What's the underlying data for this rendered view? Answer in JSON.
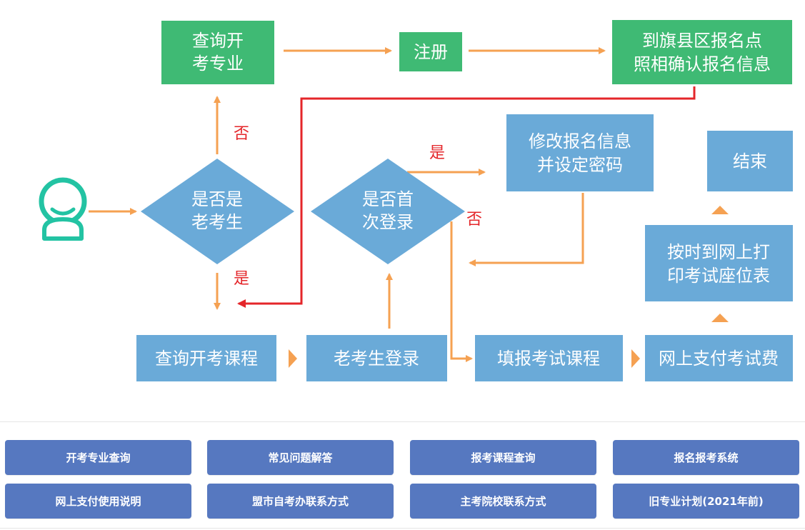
{
  "colors": {
    "green": "#3fba74",
    "blue_box": "#6aaad8",
    "blue_diamond": "#6aaad8",
    "orange": "#f5a152",
    "red": "#e4262a",
    "avatar": "#23c3a3",
    "link_button": "#5678c0"
  },
  "icons": {
    "start": "person-avatar-icon"
  },
  "nodes": {
    "query_major": [
      "查询开",
      "考专业"
    ],
    "register": [
      "注册"
    ],
    "confirm_site": [
      "到旗县区报名点",
      "照相确认报名信息"
    ],
    "is_old": [
      "是否是",
      "老考生"
    ],
    "first_login": [
      "是否首",
      "次登录"
    ],
    "modify_info": [
      "修改报名信息",
      "并设定密码"
    ],
    "end": [
      "结束"
    ],
    "print_ticket": [
      "按时到网上打",
      "印考试座位表"
    ],
    "query_course": [
      "查询开考课程"
    ],
    "old_login": [
      "老考生登录"
    ],
    "fill_course": [
      "填报考试课程"
    ],
    "pay_fee": [
      "网上支付考试费"
    ]
  },
  "edge_labels": {
    "is_old_no": "否",
    "is_old_yes": "是",
    "first_login_yes": "是",
    "first_login_no": "否"
  },
  "links": [
    "开考专业查询",
    "常见问题解答",
    "报考课程查询",
    "报名报考系统",
    "网上支付使用说明",
    "盟市自考办联系方式",
    "主考院校联系方式",
    "旧专业计划(2021年前)"
  ]
}
